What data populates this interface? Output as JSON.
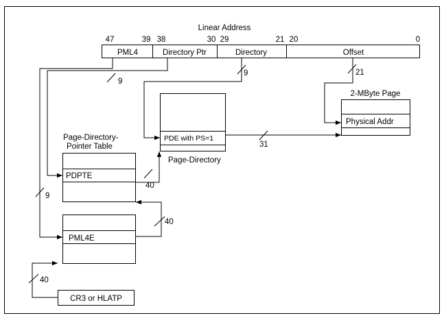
{
  "title": "Linear Address",
  "bit_numbers": {
    "b47": "47",
    "b39": "39",
    "b38": "38",
    "b30": "30",
    "b29": "29",
    "b21": "21",
    "b20": "20",
    "b0": "0"
  },
  "address_fields": {
    "pml4": "PML4",
    "directory_ptr": "Directory Ptr",
    "directory": "Directory",
    "offset": "Offset"
  },
  "tables": {
    "page_title": "2-MByte Page",
    "page_entry": "Physical Addr",
    "pd_entry": "PDE with PS=1",
    "pd_caption": "Page-Directory",
    "pdpt_title_line1": "Page-Directory-",
    "pdpt_title_line2": "Pointer Table",
    "pdpt_entry": "PDPTE",
    "pml4_entry": "PML4E",
    "cr3": "CR3 or HLATP"
  },
  "widths": {
    "pml4_index": "9",
    "dirptr_index": "9",
    "dir_index": "9",
    "offset": "21",
    "pde_addr": "31",
    "pdpte_addr": "40",
    "pml4e_addr": "40",
    "cr3_addr": "40"
  }
}
